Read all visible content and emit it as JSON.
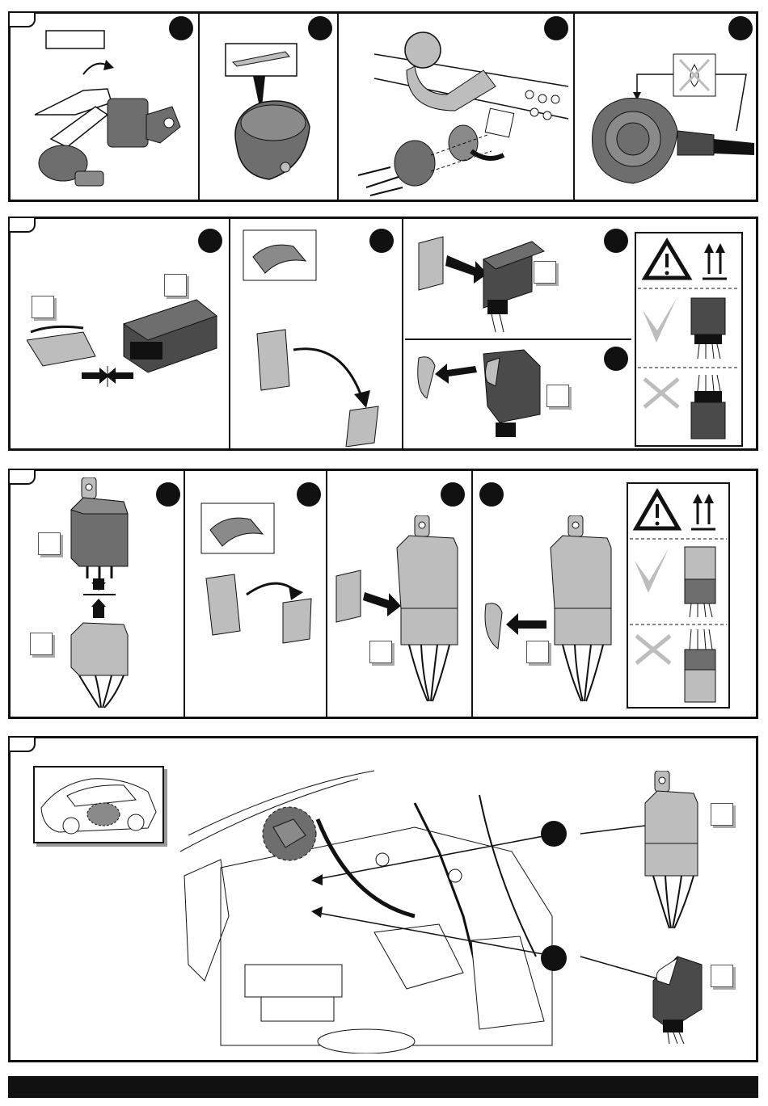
{
  "document": {
    "type": "tow-bar wiring installation instructions",
    "sections": [
      {
        "id": "section-1",
        "panels": [
          "socket-prep",
          "socket-cut",
          "socket-mount",
          "socket-seal"
        ]
      },
      {
        "id": "section-2",
        "panels": [
          "module-connect",
          "pad-peel",
          "pad-apply",
          "orientation-check"
        ]
      },
      {
        "id": "section-3",
        "panels": [
          "relay-connect",
          "pad-peel",
          "pad-apply",
          "pad-apply-alt",
          "orientation-check"
        ]
      },
      {
        "id": "section-4",
        "panels": [
          "vehicle-location"
        ]
      }
    ],
    "labels": {
      "section-1": "",
      "section-2": "",
      "section-3": "",
      "section-4": "",
      "label-box": ""
    },
    "icons": [
      "warning-triangle-icon",
      "up-arrows-icon",
      "check-mark-icon",
      "cross-mark-icon",
      "water-drop-icon"
    ],
    "colors": {
      "ink": "#111111",
      "part_grey": "#6e6e6e",
      "part_dark": "#4a4a4a",
      "part_light": "#bdbdbd",
      "footer": "#111111"
    }
  }
}
